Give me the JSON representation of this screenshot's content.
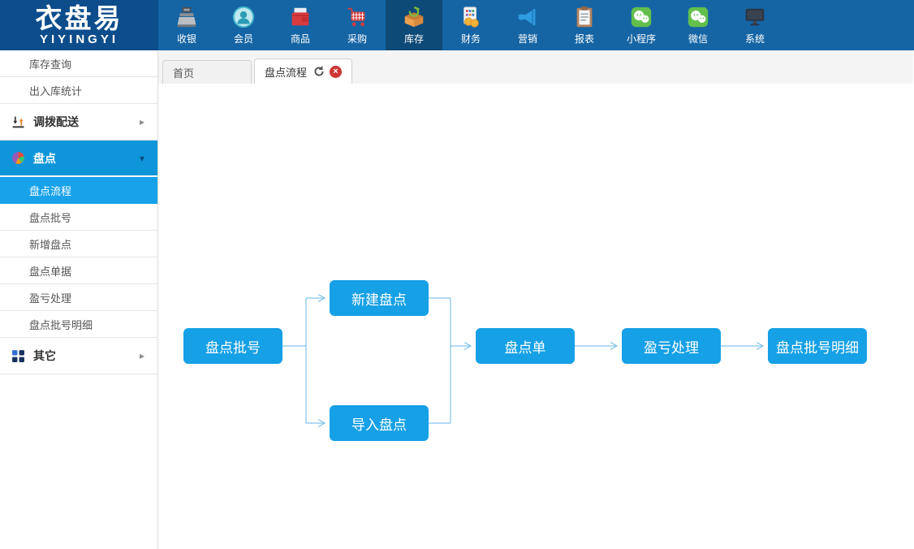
{
  "logo": {
    "title": "衣盘易",
    "subtitle": "YIYINGYI"
  },
  "topnav": {
    "items": [
      {
        "label": "收银",
        "icon": "cash-register-icon"
      },
      {
        "label": "会员",
        "icon": "member-icon"
      },
      {
        "label": "商品",
        "icon": "product-icon"
      },
      {
        "label": "采购",
        "icon": "purchase-cart-icon"
      },
      {
        "label": "库存",
        "icon": "inventory-box-icon",
        "active": true
      },
      {
        "label": "财务",
        "icon": "finance-abacus-icon"
      },
      {
        "label": "营销",
        "icon": "marketing-megaphone-icon"
      },
      {
        "label": "报表",
        "icon": "report-clipboard-icon"
      },
      {
        "label": "小程序",
        "icon": "miniprogram-icon"
      },
      {
        "label": "微信",
        "icon": "wechat-icon"
      },
      {
        "label": "系统",
        "icon": "system-monitor-icon"
      }
    ]
  },
  "sidebar": {
    "items": [
      {
        "label": "库存查询",
        "type": "link"
      },
      {
        "label": "出入库统计",
        "type": "link"
      },
      {
        "label": "调拨配送",
        "type": "section",
        "icon": "transfer-arrows-icon",
        "chevron": "right"
      },
      {
        "label": "盘点",
        "type": "section",
        "icon": "pie-chart-icon",
        "chevron": "down",
        "active": true
      },
      {
        "label": "盘点流程",
        "type": "sub",
        "active": true
      },
      {
        "label": "盘点批号",
        "type": "sub"
      },
      {
        "label": "新增盘点",
        "type": "sub"
      },
      {
        "label": "盘点单据",
        "type": "sub"
      },
      {
        "label": "盈亏处理",
        "type": "sub"
      },
      {
        "label": "盘点批号明细",
        "type": "sub"
      },
      {
        "label": "其它",
        "type": "section",
        "icon": "grid-icon",
        "chevron": "right"
      }
    ]
  },
  "tabs": {
    "items": [
      {
        "label": "首页"
      },
      {
        "label": "盘点流程",
        "active": true,
        "icons": [
          "refresh-icon",
          "close-icon"
        ]
      }
    ]
  },
  "flowchart": {
    "nodes": [
      {
        "label": "盘点批号"
      },
      {
        "label": "新建盘点"
      },
      {
        "label": "导入盘点"
      },
      {
        "label": "盘点单"
      },
      {
        "label": "盈亏处理"
      },
      {
        "label": "盘点批号明细"
      }
    ]
  },
  "glyphs": {
    "chevron_right": "▸",
    "chevron_down": "▾",
    "close": "×"
  },
  "colors": {
    "navbar": "#1565a5",
    "logo_bg": "#0d4d8c",
    "nav_active": "#0e4a78",
    "sidebar_active_parent": "#0f96da",
    "sidebar_active_child": "#17a2e9",
    "flow_box_blue": "#16a0e6",
    "connector_blue": "#82c3ea",
    "close_red": "#ce3333"
  }
}
